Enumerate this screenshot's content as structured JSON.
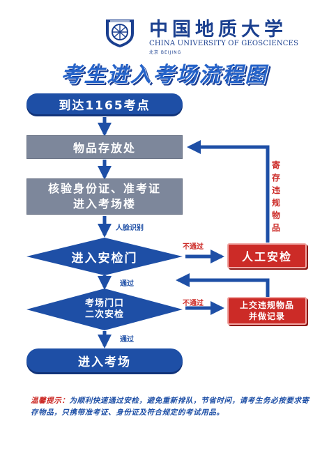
{
  "logo": {
    "name_cn": "中国地质大学",
    "name_en": "CHINA UNIVERSITY OF GEOSCIENCES",
    "location": "北京 BEIJING"
  },
  "title": "考生进入考场流程图",
  "flow": {
    "arrive": "到达1165考点",
    "storage": "物品存放处",
    "verify_line1": "核验身份证、准考证",
    "verify_line2": "进入考场楼",
    "face_recognition": "人脸识别",
    "security_gate": "进入安检门",
    "fail_1": "不通过",
    "manual_check": "人工安检",
    "store_note": "寄存违规物品",
    "pass_1": "通过",
    "second_check_line1": "考场门口",
    "second_check_line2": "二次安检",
    "fail_2": "不通过",
    "handover_line1": "上交违规物品",
    "handover_line2": "并做记录",
    "pass_2": "通过",
    "enter": "进入考场"
  },
  "tip": {
    "label": "温馨提示：",
    "text": "为顺利快速通过安检，避免重新排队，节省时间，请考生务必按要求寄存物品，只携带准考证、身份证及符合规定的考试用品。"
  },
  "colors": {
    "blue": "#1e4fa6",
    "gray": "#7d879b",
    "red": "#cc2b27"
  }
}
